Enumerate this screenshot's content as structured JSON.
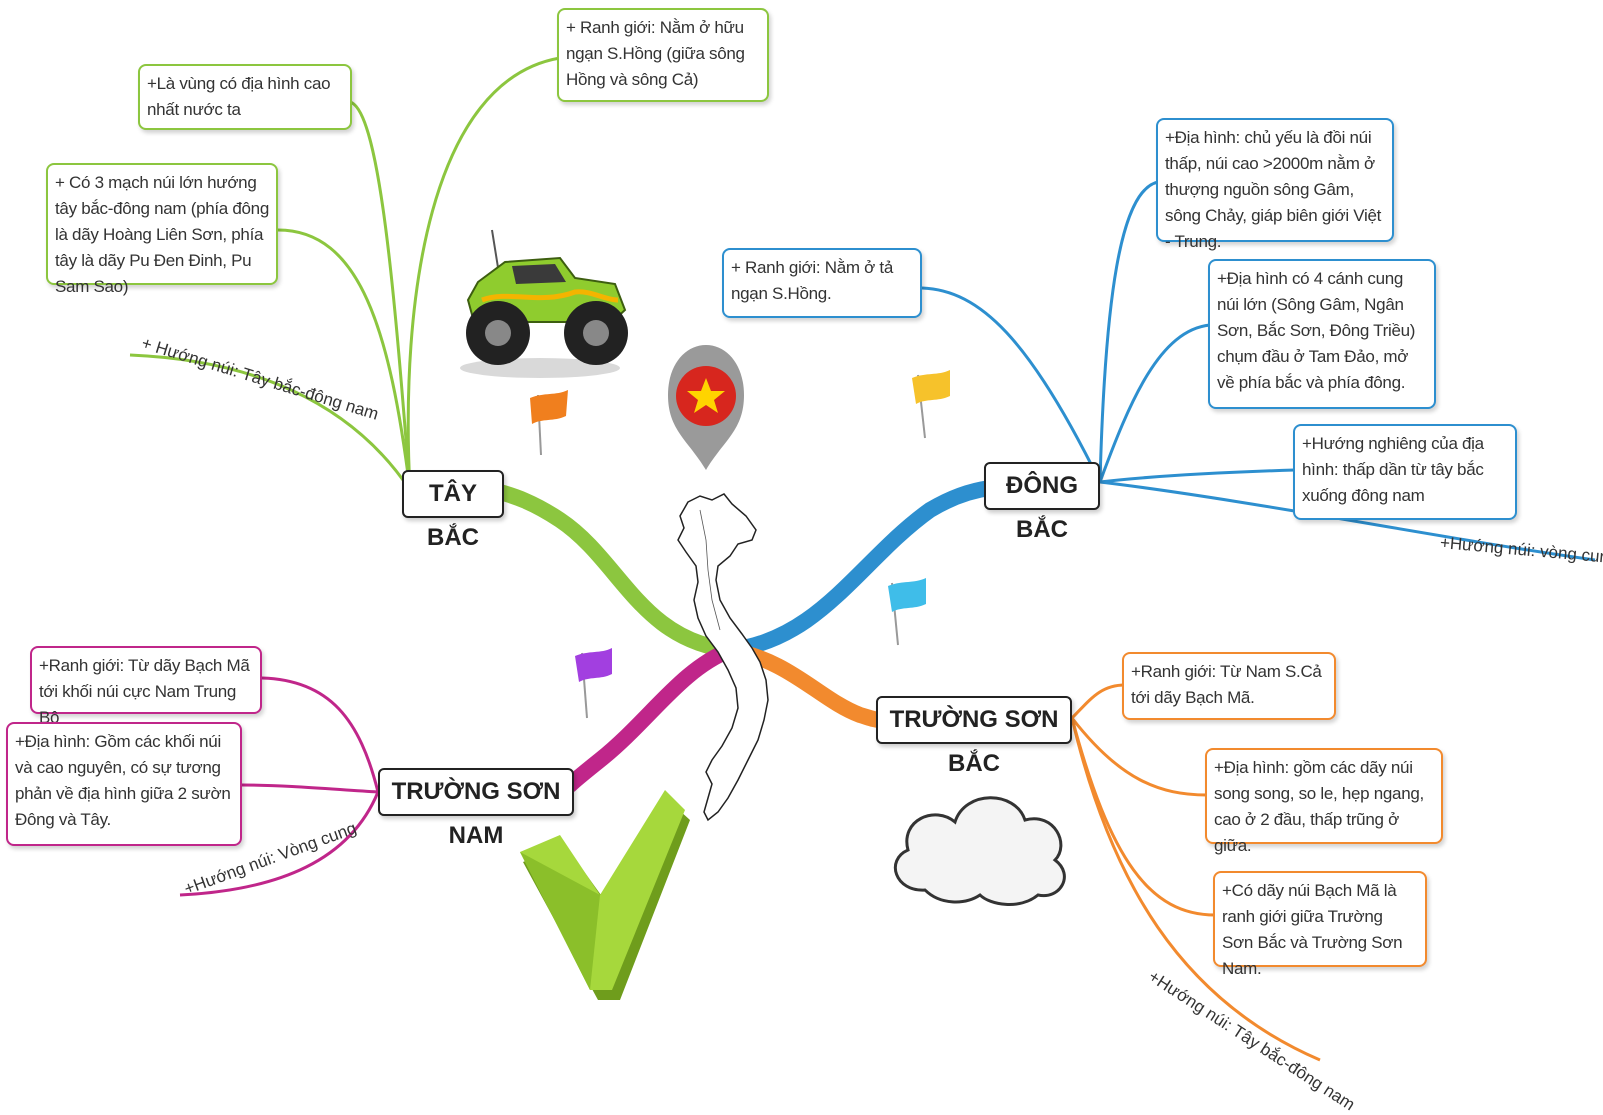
{
  "branches": {
    "tay_bac": {
      "title": "TÂY BẮC",
      "color": "#8cc63f",
      "nodes": [
        "+ Ranh giới: Nằm ở hữu ngạn S.Hồng (giữa sông Hồng và sông Cả)",
        "+Là vùng có địa hình cao nhất nước ta",
        "+ Có 3 mạch núi lớn hướng tây bắc-đông nam (phía đông là dãy Hoàng Liên Sơn, phía tây là dãy Pu Đen Đinh, Pu Sam Sao)"
      ],
      "line_label": "+ Hướng núi: Tây bắc-đông nam"
    },
    "dong_bac": {
      "title": "ĐÔNG BẮC",
      "color": "#2d8fcf",
      "nodes": [
        "+ Ranh giới: Nằm ở tả ngạn S.Hồng.",
        "+Địa hình: chủ yếu là đồi núi thấp, núi cao >2000m nằm ở thượng nguồn sông Gâm, sông Chảy, giáp biên giới Việt - Trung.",
        "+Địa hình có 4 cánh cung núi lớn (Sông Gâm, Ngân Sơn, Bắc Sơn, Đông Triều) chụm đầu ở Tam Đảo, mở về phía bắc và phía đông.",
        "+Hướng nghiêng của địa hình: thấp dần từ tây bắc xuống đông nam"
      ],
      "line_label": "+Hướng núi: vòng cung"
    },
    "truong_son_bac": {
      "title": "TRƯỜNG SƠN BẮC",
      "color": "#f28a2e",
      "nodes": [
        "+Ranh giới: Từ Nam S.Cả tới dãy Bạch Mã.",
        "+Địa hình: gồm các dãy núi song song, so le, hẹp ngang, cao ở 2 đầu, thấp trũng ở giữa.",
        "+Có dãy núi Bạch Mã là ranh giới giữa Trường Sơn Bắc và Trường Sơn Nam."
      ],
      "line_label": "+Hướng núi: Tây bắc-đông nam"
    },
    "truong_son_nam": {
      "title": "TRƯỜNG SƠN NAM",
      "color": "#c0268a",
      "nodes": [
        "+Ranh giới: Từ dãy Bạch Mã tới khối núi cực Nam Trung Bộ",
        "+Địa hình: Gồm các khối núi và cao nguyên, có sự tương phản về địa hình giữa 2 sườn Đông và Tây."
      ],
      "line_label": "+Hướng núi: Vòng cung"
    }
  },
  "icons": [
    "monster-truck-icon",
    "vietnam-map-pin-icon",
    "vietnam-outline-map-icon",
    "orange-flag-icon",
    "yellow-flag-icon",
    "cyan-flag-icon",
    "purple-flag-icon",
    "green-checkmark-icon",
    "cloud-icon"
  ]
}
